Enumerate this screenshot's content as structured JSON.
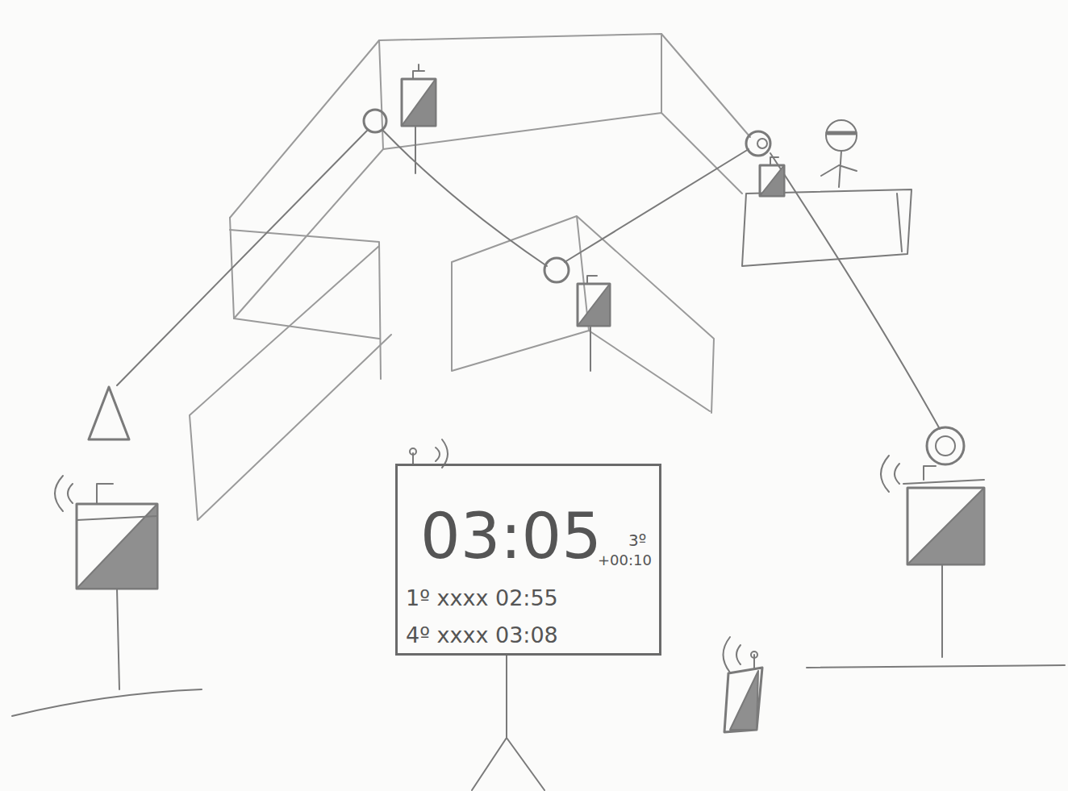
{
  "diagram": {
    "nodes": [
      {
        "text": [
          "03:05",
          "3º",
          "+00:10",
          "1º xxxx 02:55",
          "4º xxxx 03:08"
        ]
      }
    ]
  }
}
